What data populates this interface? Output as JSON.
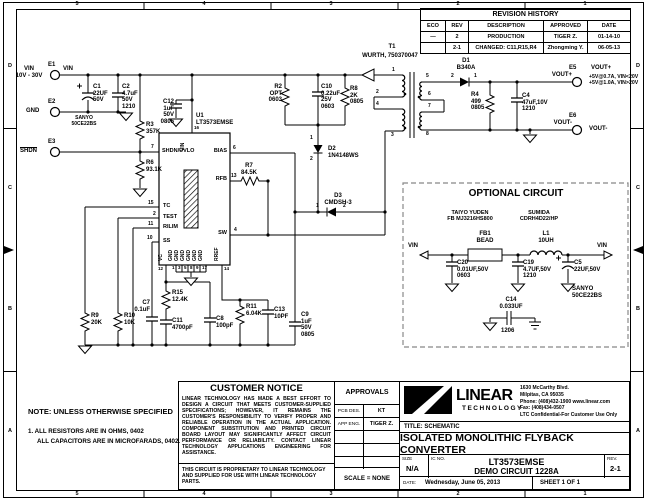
{
  "border": {
    "cols": [
      "5",
      "4",
      "3",
      "2",
      "1"
    ],
    "rows": [
      "D",
      "C",
      "B",
      "A"
    ]
  },
  "revision": {
    "title": "REVISION HISTORY",
    "headers": [
      "ECO",
      "REV",
      "DESCRIPTION",
      "APPROVED",
      "DATE"
    ],
    "rows": [
      [
        "—",
        "2",
        "PRODUCTION",
        "TIGER Z.",
        "01-14-10"
      ],
      [
        "",
        "2-1",
        "CHANGED: C11,R15,R4",
        "Zhongming Y.",
        "06-05-13"
      ]
    ]
  },
  "io": {
    "e1": {
      "id": "E1",
      "desc": "VIN\n10V - 30V",
      "net": "VIN"
    },
    "e2": {
      "id": "E2",
      "desc": "GND"
    },
    "e3": {
      "id": "E3",
      "desc": "SHDN"
    },
    "e5": {
      "id": "E5",
      "name": "VOUT+",
      "spec": "+5V@0.7A, VIN<20V\n+5V@1.0A, VIN>20V",
      "net": "VOUT+"
    },
    "e6": {
      "id": "E6",
      "name": "VOUT-",
      "net": "VOUT-"
    }
  },
  "ic": {
    "ref": "U1\nLT3573EMSE",
    "pin_top": {
      "n": "16",
      "name": "VIN"
    },
    "left": [
      {
        "n": "7",
        "name": "SHDN/UVLO"
      },
      {
        "n": "15",
        "name": "TC"
      },
      {
        "n": "2",
        "name": "TEST"
      },
      {
        "n": "11",
        "name": "RILIM"
      },
      {
        "n": "10",
        "name": "SS"
      }
    ],
    "right": [
      {
        "n": "6",
        "name": "BIAS"
      },
      {
        "n": "13",
        "name": "RFB"
      },
      {
        "n": "4",
        "name": "SW"
      }
    ],
    "bottom": [
      {
        "n": "12",
        "name": "VC"
      },
      {
        "n": "1",
        "name": "GND"
      },
      {
        "n": "3",
        "name": "GND"
      },
      {
        "n": "5",
        "name": "GND"
      },
      {
        "n": "8",
        "name": "GND"
      },
      {
        "n": "9",
        "name": "GND"
      },
      {
        "n": "17",
        "name": "GND"
      },
      {
        "n": "14",
        "name": "RREF"
      }
    ]
  },
  "parts": {
    "c1": "C1\n22UF\n50V",
    "c1_mfr": "SANYO\n50CE22BS",
    "c2": "C2\n4.7uF\n50V\n1210",
    "c12": "C12\n1uF\n50V\n0805",
    "r3": "R3\n357K",
    "r6": "R6\n93.1K",
    "r7": "R7\n84.5K",
    "r2": "R2\nOPT\n0603",
    "c10": "C10\n0.22uF\n25V\n0603",
    "r8": "R8\n2K\n0805",
    "d2": "D2\n1N4148WS",
    "d3": "D3\nCMDSH-3",
    "t1": "T1",
    "t1_mfr": "WURTH, 750370047",
    "d1": "D1\nB340A",
    "r4": "R4\n499\n0805",
    "c4": "C4\n47uF,10V\n1210",
    "r9": "R9\n20K",
    "r10": "R10\n10K",
    "c7": "C7\n0.1uF",
    "r15": "R15\n12.4K",
    "c11": "C11\n4700pF",
    "c8": "C8\n100pF",
    "r11": "R11\n6.04K",
    "c13": "C13\n10PF",
    "c9": "C9\n1uF\n50V\n0805"
  },
  "pins": {
    "t1": [
      "1",
      "2",
      "4",
      "3",
      "5",
      "6",
      "7",
      "8"
    ],
    "d1": [
      "2",
      "1"
    ],
    "d2": [
      "1",
      "2"
    ],
    "d3": [
      "1",
      "2"
    ]
  },
  "optional": {
    "title": "OPTIONAL CIRCUIT",
    "fb_mfr": "TAIYO YUDEN\nFB  MJ3216HS800",
    "l_mfr": "SUMIDA\nCDRH4D22/HP",
    "fb1": "FB1\nBEAD",
    "l1": "L1\n10UH",
    "vin_l": "VIN",
    "vin_r": "VIN",
    "c20": "C20\n0.01UF,50V\n0603",
    "c19": "C19\n4.7UF,50V\n1210",
    "c5": "C5\n22UF,50V",
    "c5_mfr": "SANYO\n50CE22BS",
    "c14": "C14\n0.033UF",
    "c14_pkg": "1206"
  },
  "notes": {
    "title": "NOTE: UNLESS OTHERWISE SPECIFIED",
    "line1": "1.  ALL RESISTORS ARE IN OHMS, 0402",
    "line2": "ALL CAPACITORS ARE IN MICROFARADS, 0402."
  },
  "notice": {
    "title": "CUSTOMER NOTICE",
    "body": "LINEAR TECHNOLOGY HAS MADE A BEST EFFORT TO DESIGN A CIRCUIT THAT MEETS CUSTOMER-SUPPLIED SPECIFICATIONS; HOWEVER, IT REMAINS THE CUSTOMER'S RESPONSIBILITY TO VERIFY PROPER AND RELIABLE OPERATION IN THE ACTUAL APPLICATION.  COMPONENT SUBSTITUTION AND PRINTED CIRCUIT BOARD LAYOUT MAY SIGNIFICANTLY AFFECT CIRCUIT PERFORMANCE OR RELIABILITY.  CONTACT LINEAR TECHNOLOGY APPLICATIONS ENGINEERING FOR ASSISTANCE.",
    "proprietary": "THIS CIRCUIT IS PROPRIETARY TO LINEAR TECHNOLOGY AND SUPPLIED FOR USE WITH LINEAR TECHNOLOGY PARTS."
  },
  "approvals": {
    "title": "APPROVALS",
    "rows": [
      [
        "PCB DES.",
        "KT"
      ],
      [
        "APP ENG.",
        "TIGER Z."
      ],
      [
        "",
        ""
      ],
      [
        "",
        ""
      ],
      [
        "",
        ""
      ]
    ],
    "scale": "SCALE = NONE"
  },
  "titleblock": {
    "company1": "LINEAR",
    "company2": "TECHNOLOGY",
    "address": "1630 McCarthy Blvd.\nMilpitas, CA 95035\nPhone: (408)432-1900  www.linear.com\nFax: (408)434-0507\nLTC Confidential-For Customer Use Only",
    "title_label": "TITLE: SCHEMATIC",
    "title": "ISOLATED MONOLITHIC FLYBACK CONVERTER",
    "size_label": "SIZE",
    "size": "N/A",
    "icno_label": "IC NO.",
    "part": "LT3573EMSE",
    "demo": "DEMO CIRCUIT 1228A",
    "rev_label": "REV.",
    "rev": "2-1",
    "date_label": "DATE:",
    "date": "Wednesday, June 05, 2013",
    "sheet": "SHEET   1   OF   1"
  }
}
